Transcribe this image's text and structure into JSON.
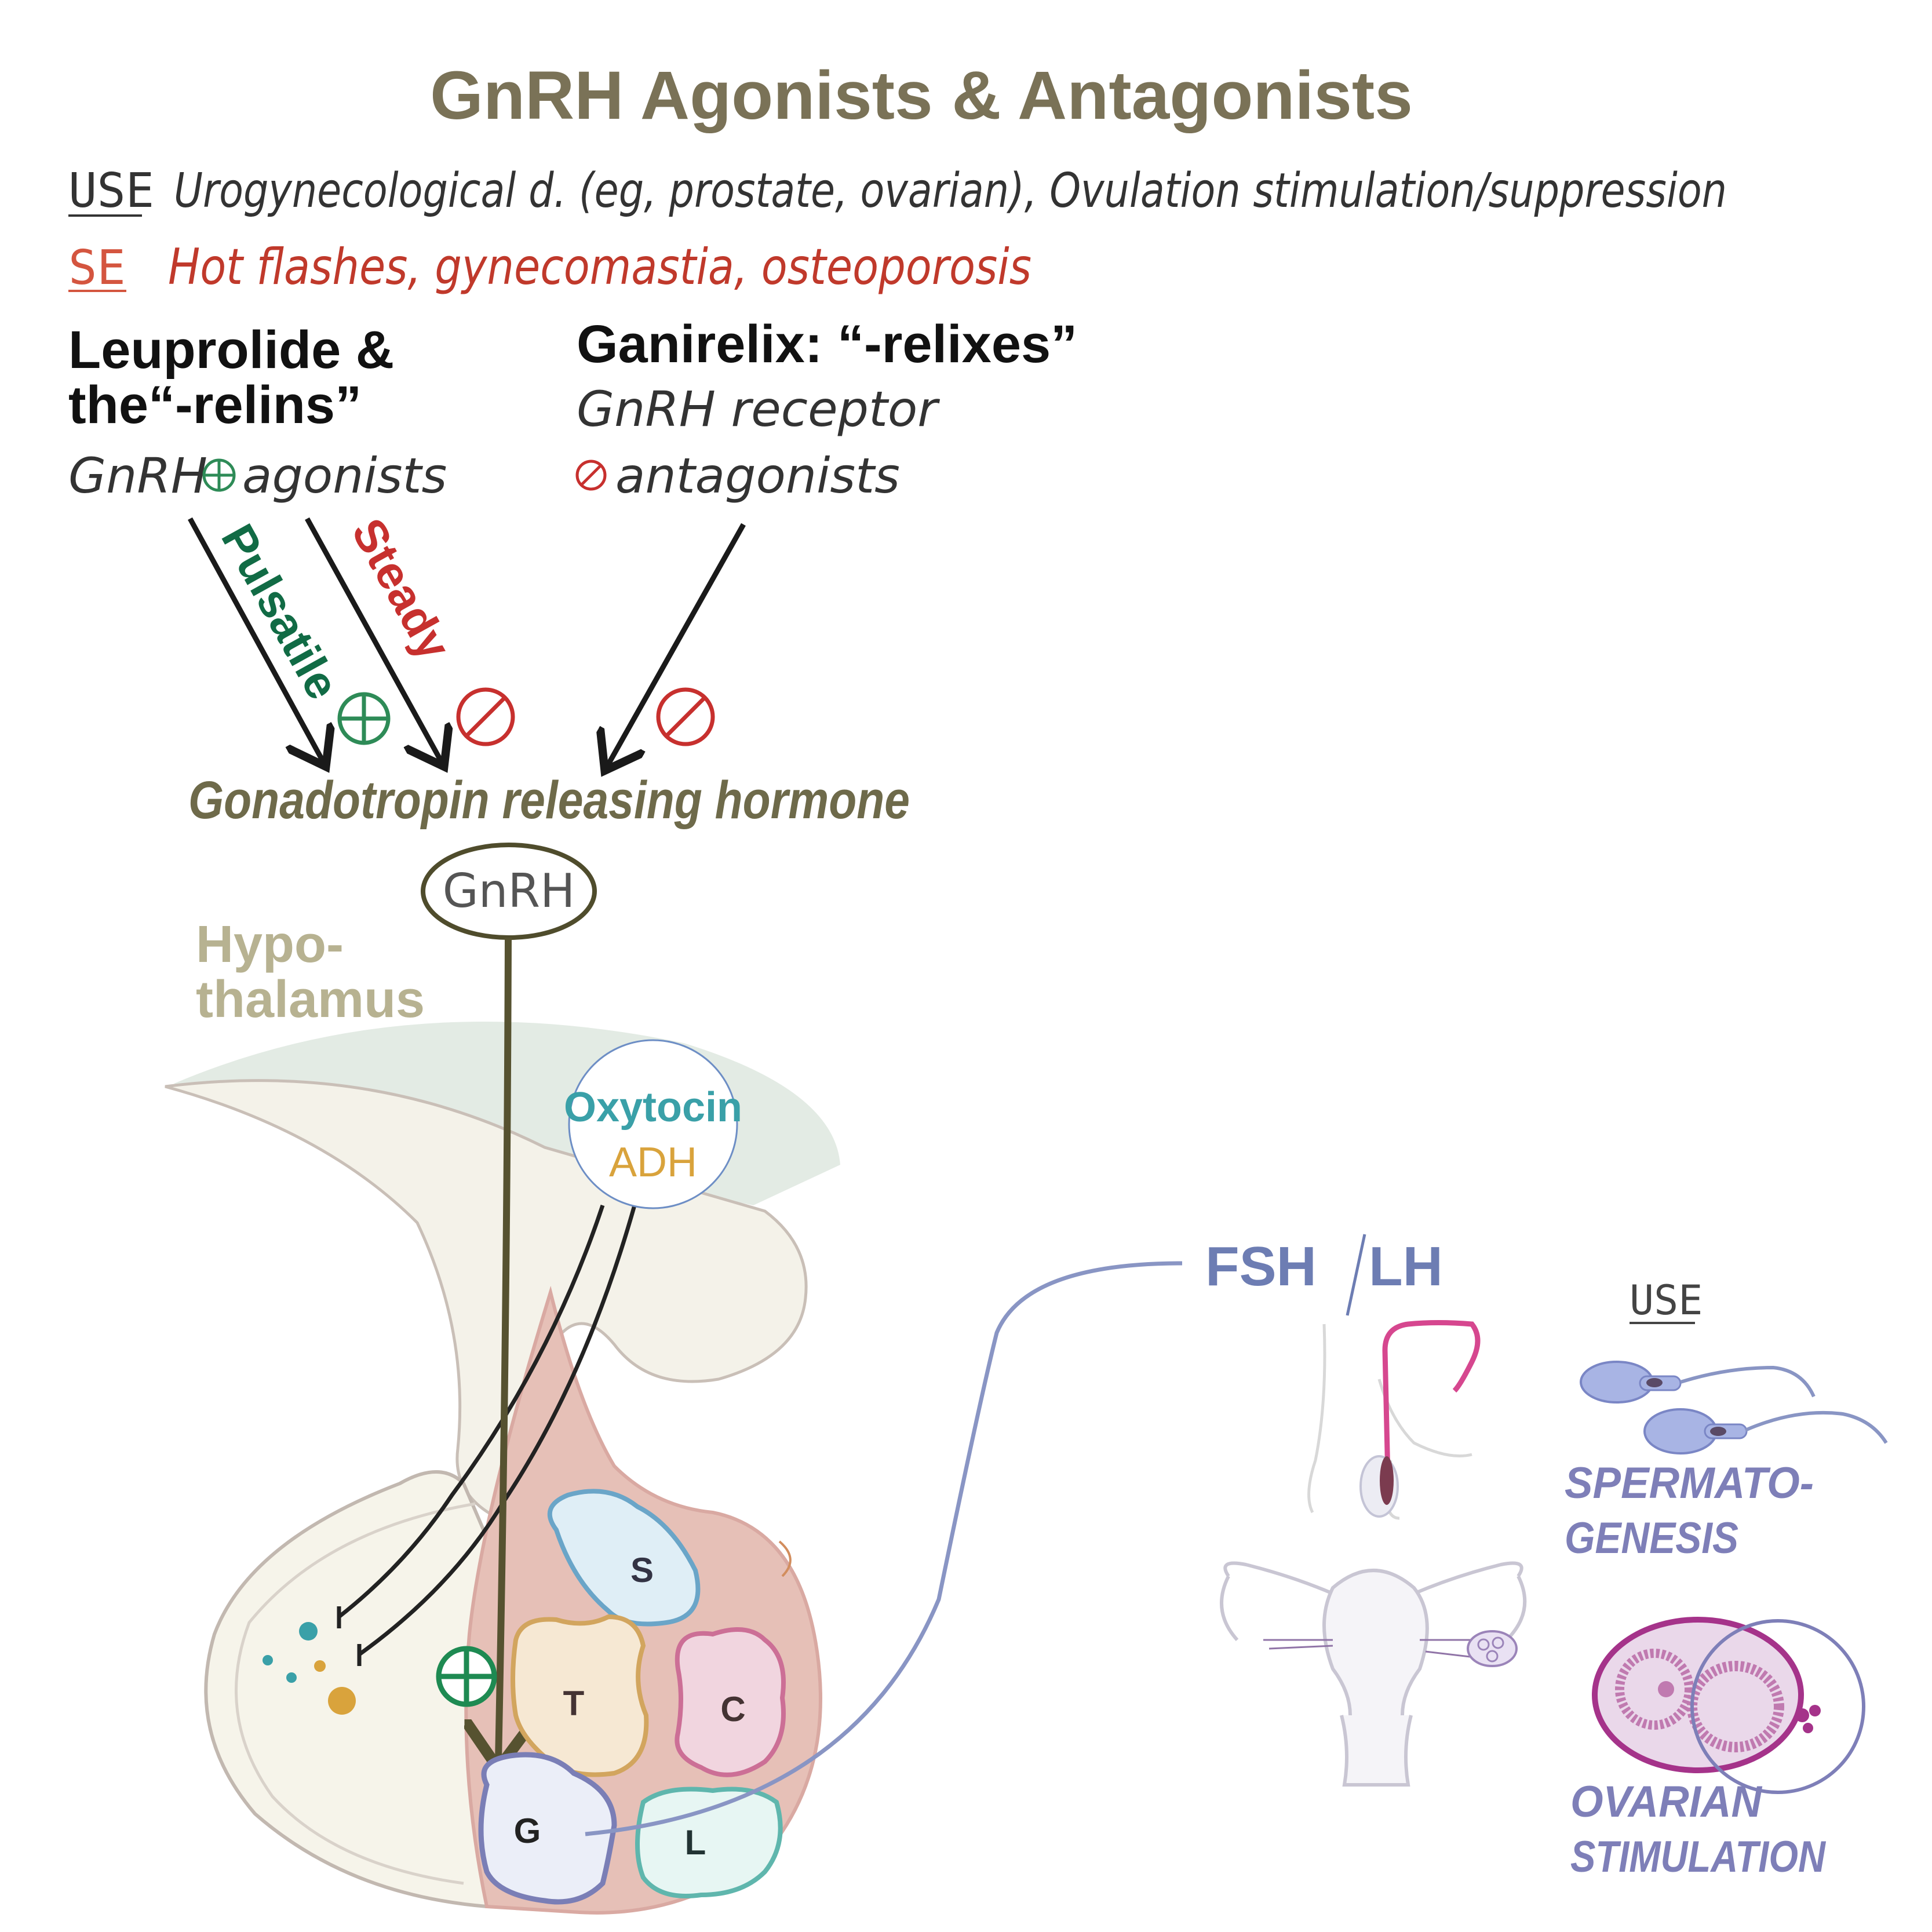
{
  "title": "GnRH Agonists & Antagonists",
  "use_line": {
    "label": "USE",
    "text": "Urogynecological d. (eg, prostate, ovarian), Ovulation stimulation/suppression"
  },
  "se_line": {
    "label": "SE",
    "text": "Hot flashes, gynecomastia, osteoporosis"
  },
  "agonists": {
    "name_line1": "Leuprolide &",
    "name_line2": "the“-relins”",
    "desc_prefix": "GnRH",
    "desc_suffix": "agonists"
  },
  "antagonists": {
    "name": "Ganirelix: “-relixes”",
    "desc_line1": "GnRH receptor",
    "desc_line2": "antagonists"
  },
  "arrow_labels": {
    "pulsatile": "Pulsatile",
    "steady": "Steady"
  },
  "hormone_full": "Gonadotropin releasing hormone",
  "hormone_abbrev": "GnRH",
  "hypothalamus": {
    "line1": "Hypo-",
    "line2": "thalamus"
  },
  "posterior_bubble": {
    "line1": "Oxytocin",
    "line2": "ADH"
  },
  "pituitary_cells": {
    "s": "S",
    "t": "T",
    "c": "C",
    "g": "G",
    "l": "L"
  },
  "gonadotropins": {
    "fsh": "FSH",
    "lh": "LH"
  },
  "use_right": "USE",
  "spermato": {
    "line1": "SPERMATO-",
    "line2": "GENESIS"
  },
  "ovarian": {
    "line1": "OVARIAN",
    "line2": "STIMULATION"
  },
  "colors": {
    "title": "#7a7257",
    "se_red": "#c0392b",
    "agonist_green": "#2e8b57",
    "pulsatile_green": "#116b45",
    "antagonist_red": "#c7302e",
    "hypothalamus": "#b7b291",
    "oxytocin": "#3aa0a8",
    "adh": "#d9a33c",
    "fsh_lh": "#6d7db3",
    "use_blue": "#7e7fb8"
  }
}
